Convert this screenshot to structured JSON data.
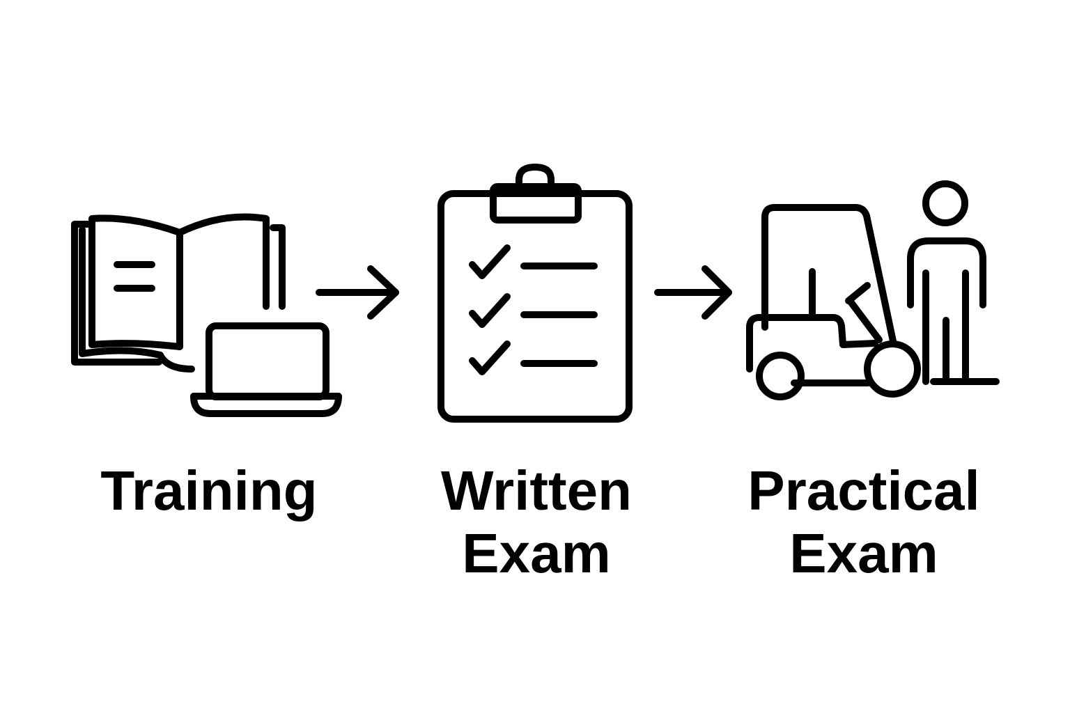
{
  "steps": [
    {
      "label_lines": [
        "Training"
      ],
      "icon": "book-and-laptop-icon"
    },
    {
      "label_lines": [
        "Written",
        "Exam"
      ],
      "icon": "clipboard-checklist-icon"
    },
    {
      "label_lines": [
        "Practical",
        "Exam"
      ],
      "icon": "forklift-and-person-icon"
    }
  ],
  "connector_icon": "arrow-right-icon",
  "colors": {
    "stroke": "#000000",
    "background": "#ffffff"
  }
}
